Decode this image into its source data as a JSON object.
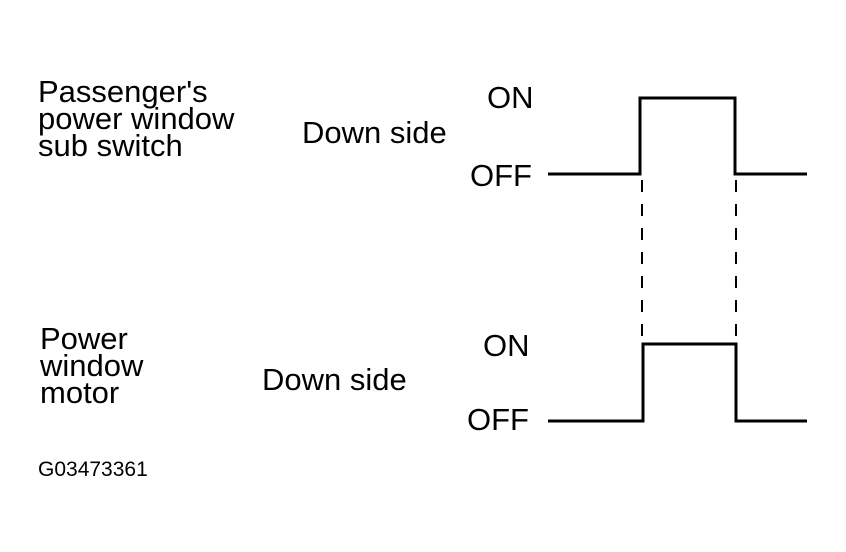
{
  "signals": [
    {
      "name_lines": [
        "Passenger's",
        "power window",
        "sub switch"
      ],
      "side": "Down side",
      "on_label": "ON",
      "off_label": "OFF"
    },
    {
      "name_lines": [
        "Power",
        "window",
        "motor"
      ],
      "side": "Down side",
      "on_label": "ON",
      "off_label": "OFF"
    }
  ],
  "figure_code": "G03473361",
  "colors": {
    "ink": "#000000",
    "background": "#ffffff"
  }
}
